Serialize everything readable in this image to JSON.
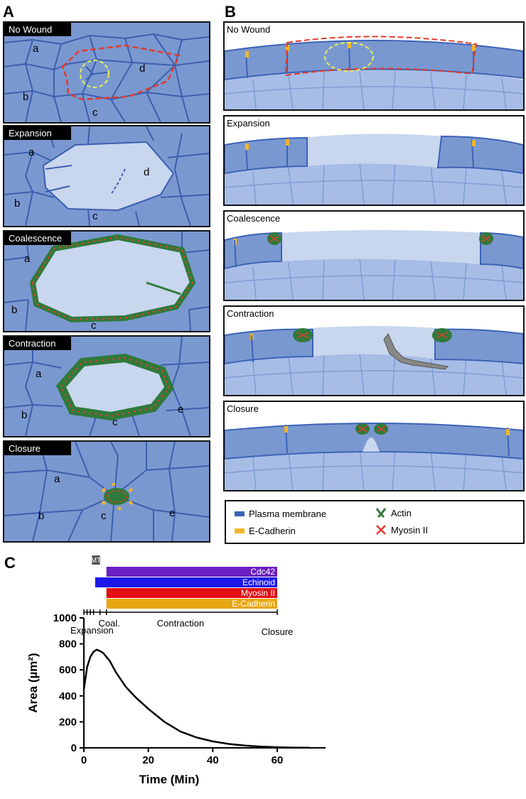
{
  "panels": {
    "a": "A",
    "b": "B",
    "c": "C"
  },
  "stages": {
    "no_wound": "No Wound",
    "expansion": "Expansion",
    "coalescence": "Coalescence",
    "contraction": "Contraction",
    "closure": "Closure"
  },
  "cell_labels": {
    "a": "a",
    "b": "b",
    "c": "c",
    "d": "d",
    "e": "e"
  },
  "legend": {
    "plasma_membrane": "Plasma membrane",
    "e_cadherin": "E-Cadherin",
    "actin": "Actin",
    "myosin": "Myosin II"
  },
  "colors": {
    "cell_fill": "#7a98d0",
    "cell_border": "#3b5fae",
    "wound_fill": "#c8d6ee",
    "lower_cells": "#a7bde6",
    "plasma_membrane": "#3b63b7",
    "e_cadherin": "#f2b62e",
    "actin": "#2f7a3a",
    "myosin": "#e23b2e",
    "outline_red": "#e23b2e",
    "outline_yellow": "#e6ec5a"
  },
  "chart_data": {
    "type": "line",
    "xlabel": "Time (Min)",
    "ylabel": "Area (µm²)",
    "xlim": [
      0,
      75
    ],
    "ylim": [
      0,
      1000
    ],
    "xticks": [
      0,
      20,
      40,
      60
    ],
    "yticks": [
      0,
      200,
      400,
      600,
      800,
      1000
    ],
    "series": [
      {
        "x": [
          0,
          1,
          2,
          3,
          4,
          5,
          6,
          8,
          10,
          13,
          16,
          20,
          25,
          30,
          35,
          40,
          45,
          50,
          55,
          60,
          65,
          70
        ],
        "values": [
          450,
          620,
          700,
          740,
          755,
          745,
          730,
          670,
          580,
          470,
          390,
          300,
          200,
          125,
          80,
          50,
          30,
          18,
          10,
          5,
          2,
          1
        ]
      }
    ],
    "phase_ticks": [
      {
        "label": "Expansion",
        "x": 2.5
      },
      {
        "label": "Coal.",
        "x": 6
      },
      {
        "label": "Contraction",
        "x": 30
      },
      {
        "label": "Closure",
        "x": 60
      }
    ],
    "bars": [
      {
        "name": "MT",
        "start": 2.5,
        "end": 5,
        "color": "#555555"
      },
      {
        "name": "Cdc42",
        "start": 7,
        "end": 60,
        "color": "#6a1fc0"
      },
      {
        "name": "Echinoid",
        "start": 3.5,
        "end": 60,
        "color": "#1b17e8"
      },
      {
        "name": "Myosin II",
        "start": 7,
        "end": 60,
        "color": "#e20f13"
      },
      {
        "name": "E-Cadherin",
        "start": 7,
        "end": 60,
        "color": "#e8a715"
      }
    ]
  }
}
